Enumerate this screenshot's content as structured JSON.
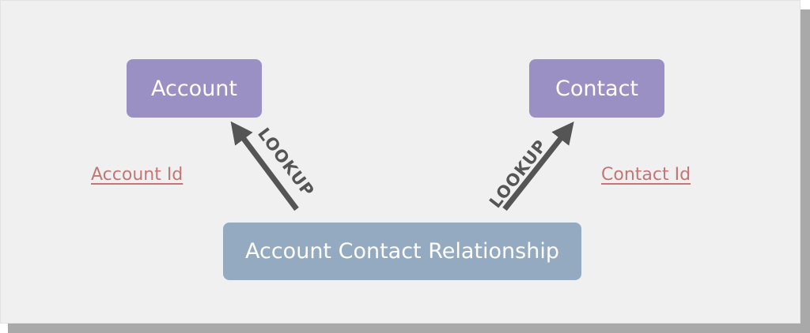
{
  "diagram": {
    "nodes": {
      "account": {
        "label": "Account",
        "color": "#9b90c4"
      },
      "contact": {
        "label": "Contact",
        "color": "#9b90c4"
      },
      "relationship": {
        "label": "Account Contact Relationship",
        "color": "#94aac0"
      }
    },
    "fields": {
      "account_id": "Account Id",
      "contact_id": "Contact Id",
      "color": "#c27676"
    },
    "edges": [
      {
        "from": "relationship",
        "to": "account",
        "label": "LOOKUP"
      },
      {
        "from": "relationship",
        "to": "contact",
        "label": "LOOKUP"
      }
    ],
    "arrow_color": "#555555"
  }
}
